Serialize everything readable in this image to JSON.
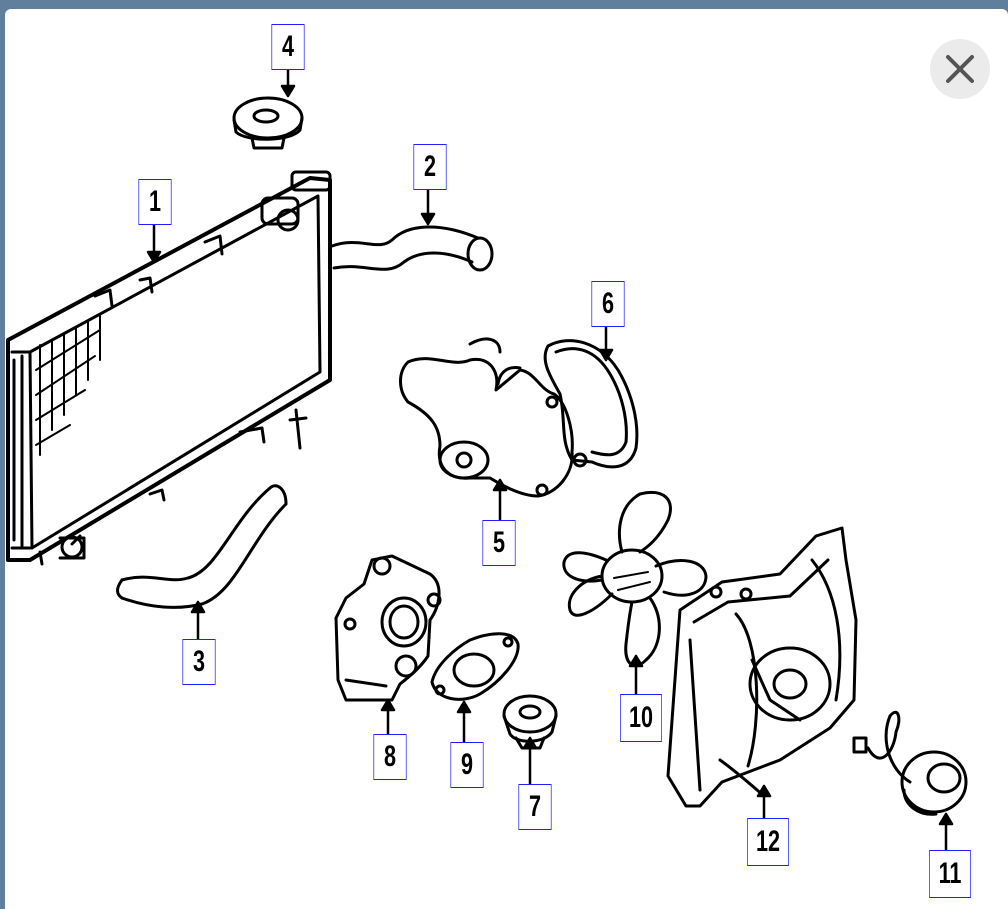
{
  "dialog": {
    "close_icon": "close-icon"
  },
  "diagram": {
    "callouts": [
      {
        "id": "1",
        "label": "1"
      },
      {
        "id": "2",
        "label": "2"
      },
      {
        "id": "3",
        "label": "3"
      },
      {
        "id": "4",
        "label": "4"
      },
      {
        "id": "5",
        "label": "5"
      },
      {
        "id": "6",
        "label": "6"
      },
      {
        "id": "7",
        "label": "7"
      },
      {
        "id": "8",
        "label": "8"
      },
      {
        "id": "9",
        "label": "9"
      },
      {
        "id": "10",
        "label": "10"
      },
      {
        "id": "11",
        "label": "11"
      },
      {
        "id": "12",
        "label": "12"
      }
    ]
  },
  "colors": {
    "frame": "#5f7f9c",
    "callout_border": "#2020ff",
    "line": "#000000"
  }
}
